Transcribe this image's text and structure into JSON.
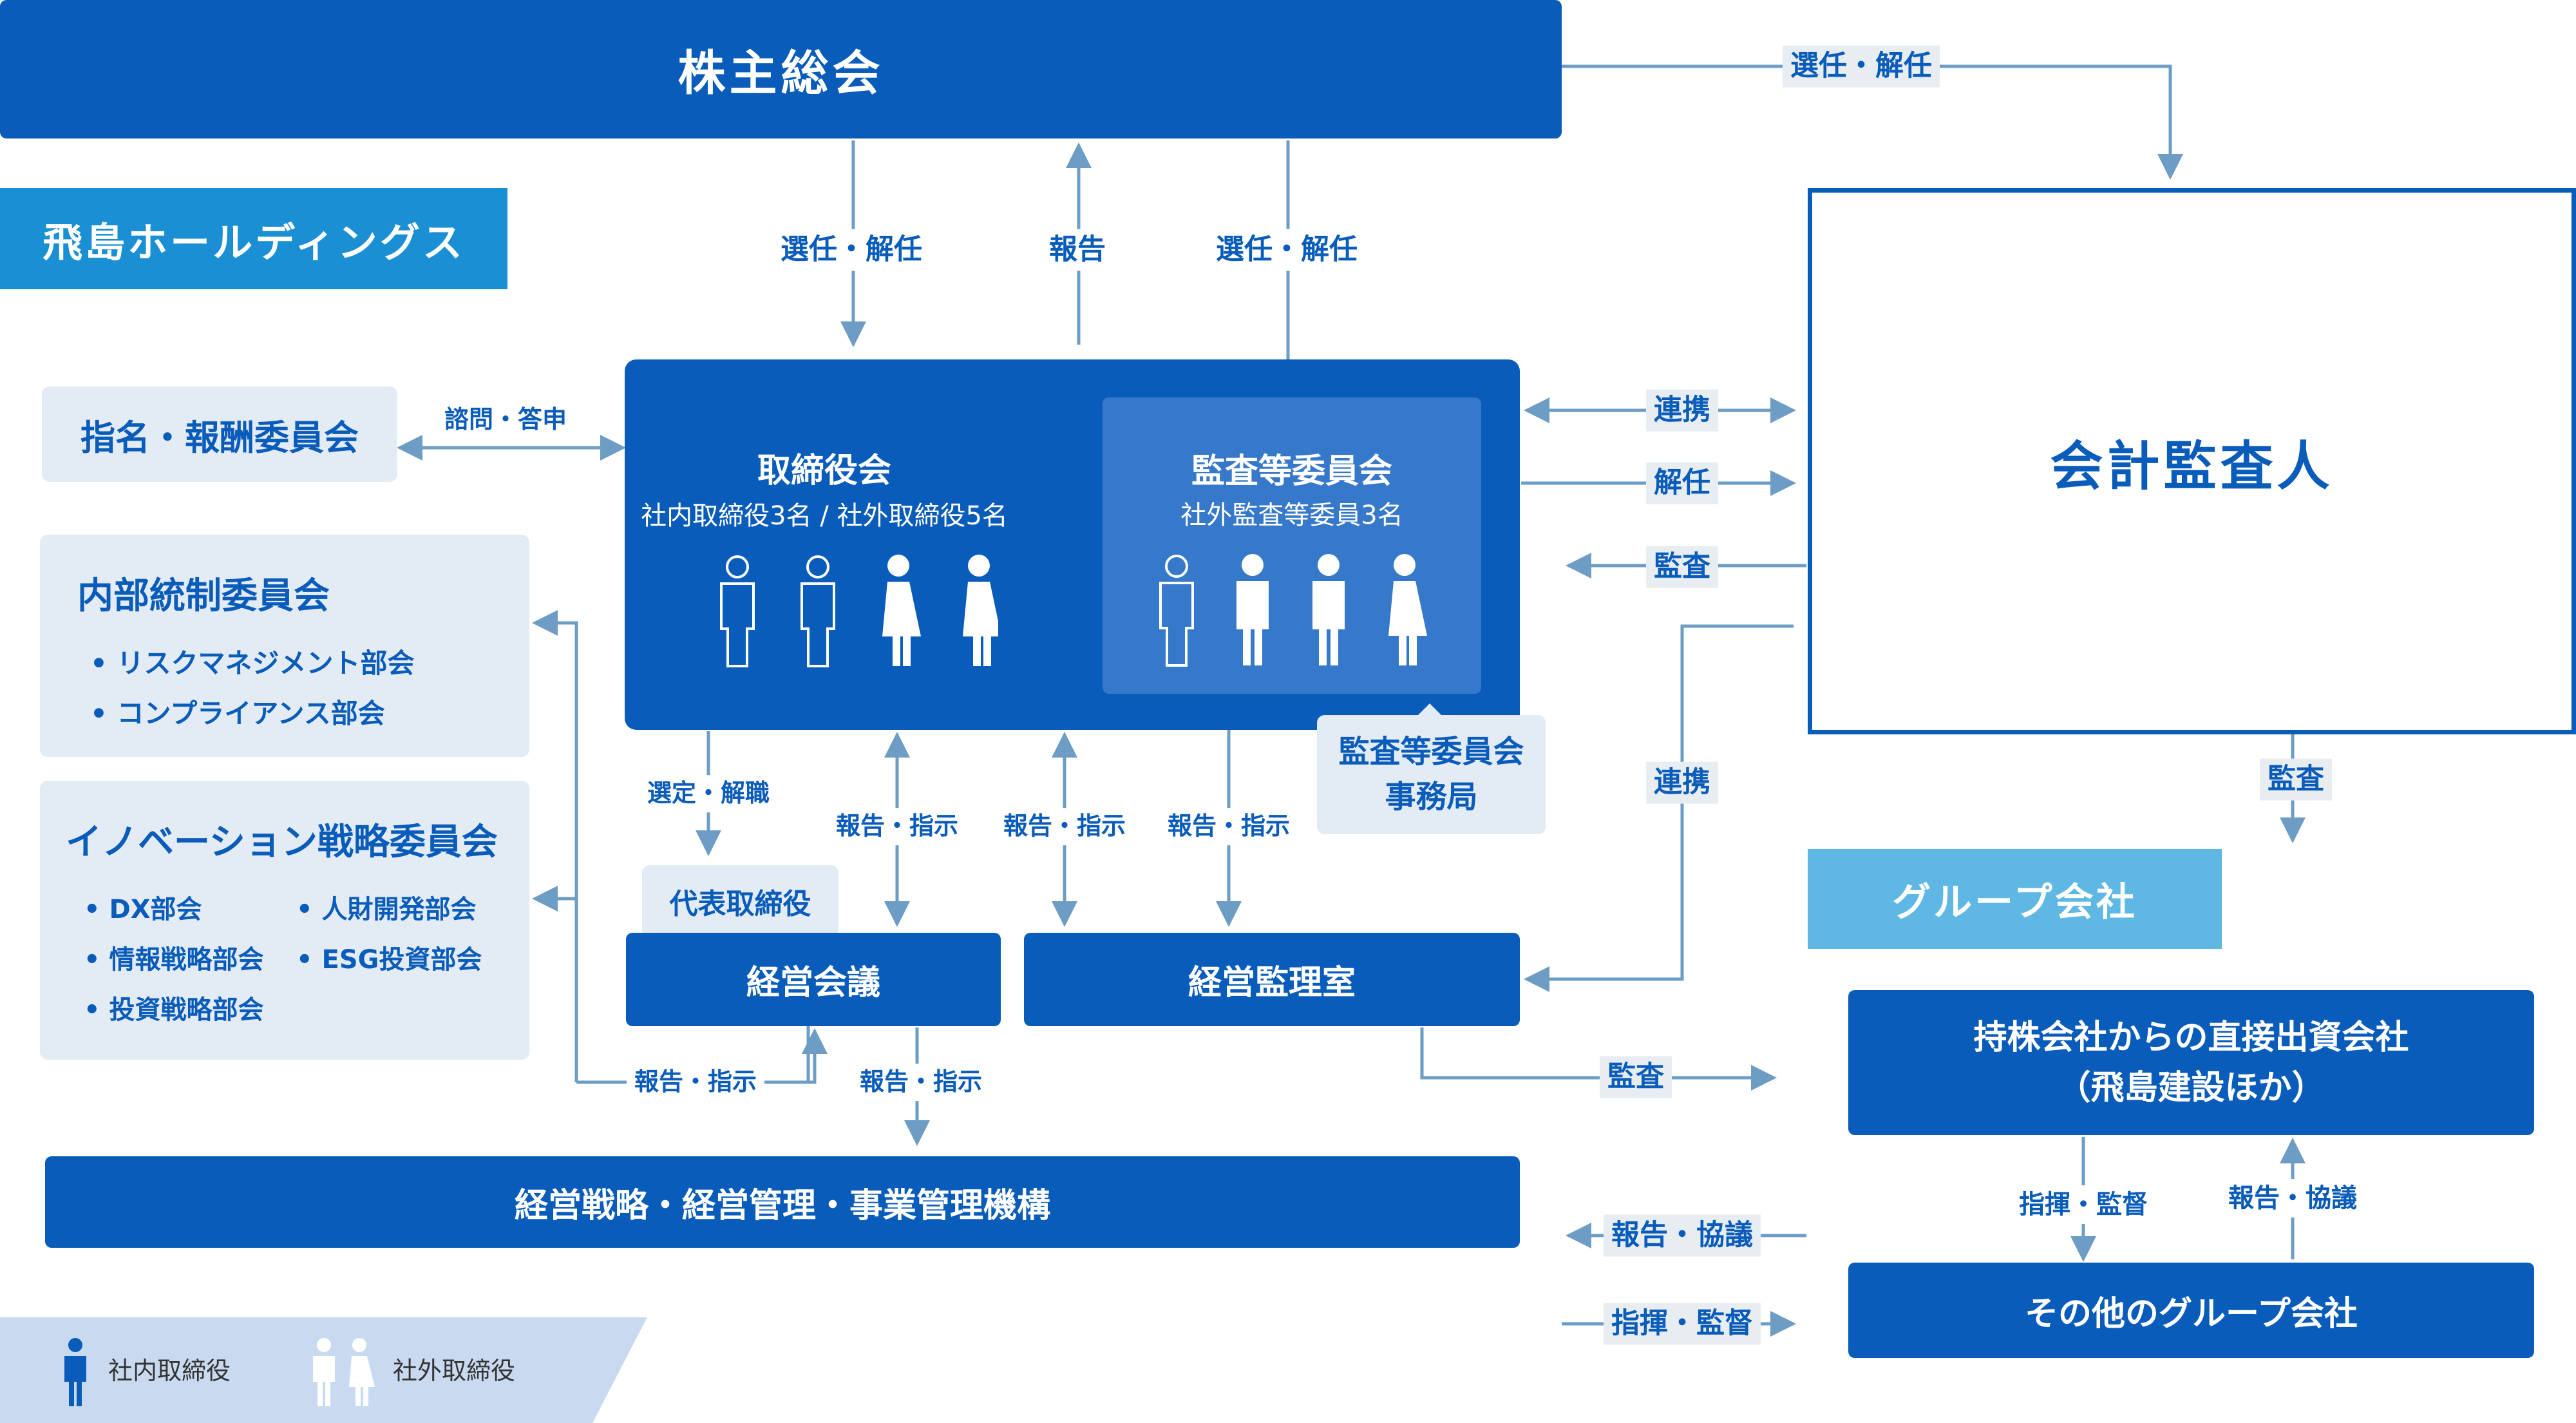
{
  "shareholders": "株主総会",
  "company_banner": "飛島ホールディングス",
  "accounting_auditor": "会計監査人",
  "nomination_committee": "指名・報酬委員会",
  "internal_control": {
    "title": "内部統制委員会",
    "items": [
      "リスクマネジメント部会",
      "コンプライアンス部会"
    ]
  },
  "innovation": {
    "title": "イノベーション戦略委員会",
    "items": [
      "DX部会",
      "人財開発部会",
      "情報戦略部会",
      "ESG投資部会",
      "投資戦略部会"
    ]
  },
  "board": {
    "title": "取締役会",
    "subtitle": "社内取締役3名 / 社外取締役5名",
    "figures": [
      "internal",
      "internal",
      "external-female",
      "external-female"
    ]
  },
  "audit_committee": {
    "title": "監査等委員会",
    "subtitle": "社外監査等委員3名",
    "figures": [
      "internal",
      "external-male",
      "external-male",
      "external-female"
    ]
  },
  "audit_office": {
    "line1": "監査等委員会",
    "line2": "事務局"
  },
  "representative_director": "代表取締役",
  "management_meeting": "経営会議",
  "management_audit_office": "経営監理室",
  "management_structure": "経営戦略・経営管理・事業管理機構",
  "group_banner": "グループ会社",
  "direct_subsidiaries": {
    "line1": "持株会社からの直接出資会社",
    "line2": "（飛島建設ほか）"
  },
  "other_group": "その他のグループ会社",
  "labels": {
    "appoint_dismiss": "選任・解任",
    "report": "報告",
    "consult_report": "諮問・答申",
    "cooperate": "連携",
    "dismiss": "解任",
    "audit": "監査",
    "select_dismiss": "選定・解職",
    "report_instruct": "報告・指示",
    "command_supervise": "指揮・監督",
    "report_consult": "報告・協議"
  },
  "legend": {
    "internal": "社内取締役",
    "external": "社外取締役"
  },
  "colors": {
    "navy": "#0a5cba",
    "light_blue": "#5fb8e3",
    "pale": "#e3ebf5",
    "line": "#6d9dc4"
  }
}
